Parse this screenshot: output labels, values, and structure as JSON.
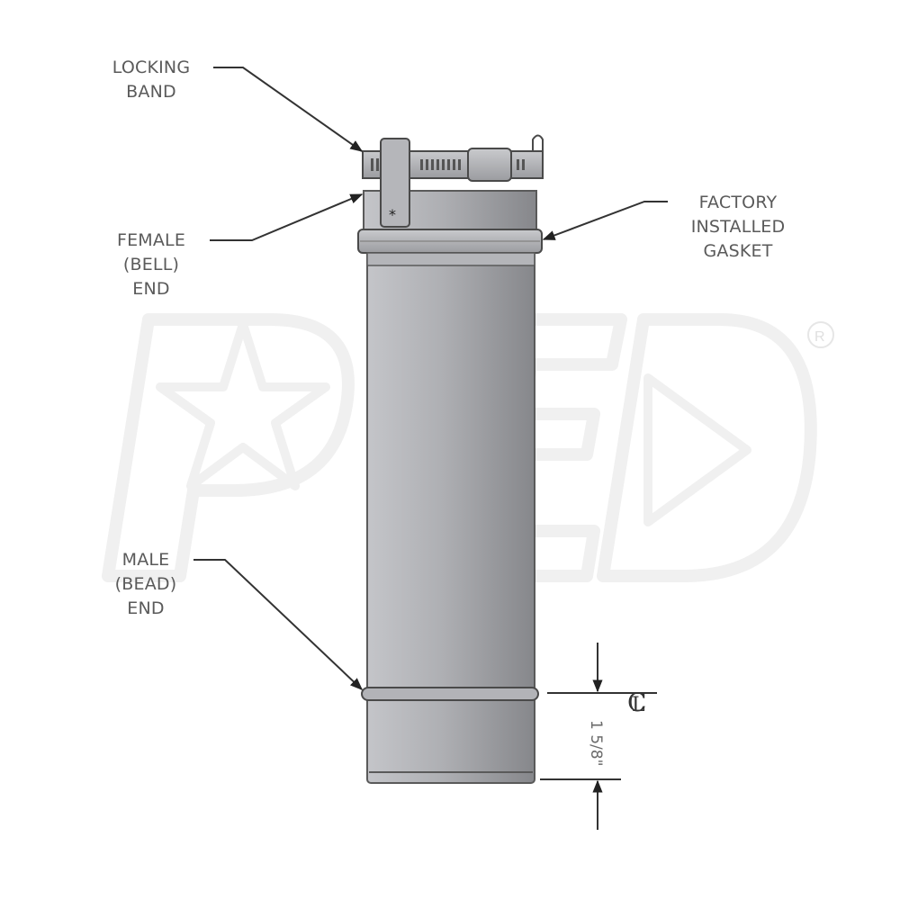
{
  "diagram": {
    "subject": "vent pipe section",
    "colors": {
      "pipe_light": "#b8b9bd",
      "pipe_dark": "#8a8b8f",
      "outline": "#4a4a4a",
      "label_text": "#5a5a5a",
      "watermark": "#f2f2f2"
    },
    "labels": {
      "locking_band": {
        "line1": "LOCKING",
        "line2": "BAND"
      },
      "female_end": {
        "line1": "FEMALE",
        "line2": "(BELL)",
        "line3": "END"
      },
      "factory_gasket": {
        "line1": "FACTORY",
        "line2": "INSTALLED",
        "line3": "GASKET"
      },
      "male_end": {
        "line1": "MALE",
        "line2": "(BEAD)",
        "line3": "END"
      }
    },
    "dimension": {
      "value": "1 5/8\"",
      "whole": "1",
      "numerator": "5",
      "denominator": "8",
      "unit": "\"",
      "reference_symbol": "CL"
    },
    "watermark": {
      "text": "PED",
      "registered": "®"
    }
  }
}
